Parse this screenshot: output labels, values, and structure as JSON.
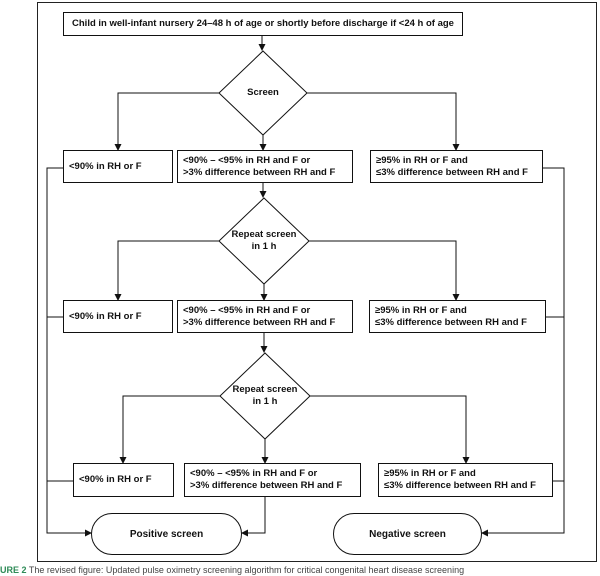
{
  "start": "Child in well-infant nursery 24–48 h of age or shortly before discharge if <24 h of age",
  "decisions": {
    "screen": "Screen",
    "repeat1": "Repeat screen\nin 1 h",
    "repeat2": "Repeat screen\nin 1 h"
  },
  "row1": {
    "fail": "<90% in RH or F",
    "mid": "<90% – <95% in RH and F or\n>3% difference between RH and F",
    "pass": "≥95% in RH or F and\n≤3% difference between RH and F"
  },
  "row2": {
    "fail": "<90% in RH or F",
    "mid": "<90% – <95% in RH and F or\n>3% difference between RH and F",
    "pass": "≥95% in RH or F and\n≤3% difference between RH and F"
  },
  "row3": {
    "fail": "<90% in RH or F",
    "mid": "<90% – <95% in RH and F or\n>3% difference between RH and F",
    "pass": "≥95% in RH or F and\n≤3% difference between RH and F"
  },
  "outcomes": {
    "positive": "Positive screen",
    "negative": "Negative screen"
  },
  "caption": {
    "lead": "URE 2",
    "text": " The revised figure: Updated pulse oximetry screening algorithm for critical congenital heart disease screening"
  }
}
